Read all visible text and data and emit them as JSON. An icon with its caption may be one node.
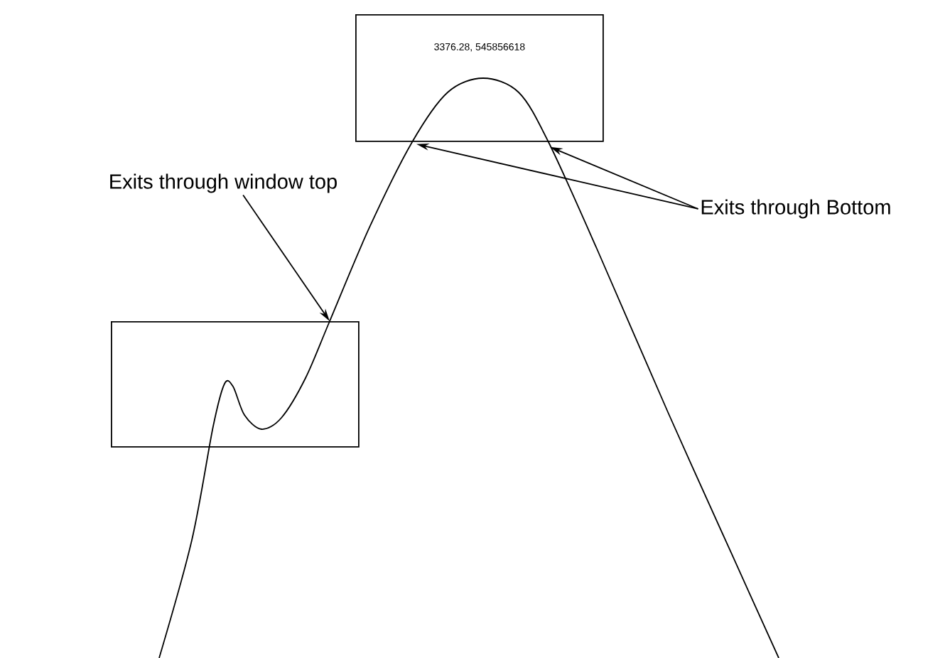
{
  "diagram": {
    "nodes": [
      {
        "text": [
          "3376.28, 545856618"
        ]
      },
      {
        "text": [],
        "shape": "box"
      },
      {
        "text": [
          "Exits through window top"
        ]
      },
      {
        "text": [
          "Exits through Bottom"
        ]
      }
    ],
    "edges": [
      {
        "from": 2,
        "to": 1,
        "arrow": "to"
      },
      {
        "from": 3,
        "to": 0,
        "arrow": "to"
      },
      {
        "from": 3,
        "to": 0,
        "arrow": "to"
      }
    ]
  }
}
